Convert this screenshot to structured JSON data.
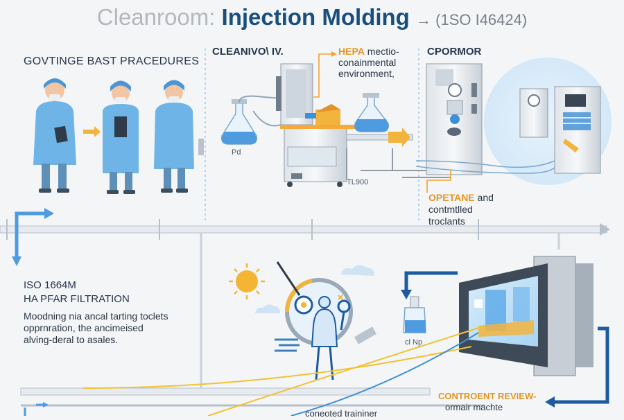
{
  "title": {
    "prefix": "Cleanroom:",
    "main": "Injection Molding",
    "suffix": "→ (1SO I46424)"
  },
  "sections": {
    "procedures": "GOVTINGE BAST PRACEDURES",
    "cleanroom": "CLEANIVO\\ IV.",
    "hepa": {
      "tag": "HEPA",
      "text_line1": "mectio-",
      "text_line2": "conainmental",
      "text_line3": "environment,"
    },
    "cpormor": "CPORMOR",
    "opetane": {
      "tag": "OPETANE",
      "text_line1_tail": "and",
      "text_line2": "contmtlled",
      "text_line3": "troclants"
    },
    "iso": {
      "line1": "ISO 1664M",
      "line2": "HA PFAR FILTRATION",
      "body_line1": "Moodning nia ancal tarting toclets",
      "body_line2": "opprnration, the ancimeised",
      "body_line3": "alving-deral to asales."
    },
    "review": {
      "line1": "CONTROENT REVIEW-",
      "line2": "ormair machte"
    },
    "bottom_caption": "coneoted traininer"
  },
  "small_labels": {
    "flask_left": "Pd",
    "machine": "TL900",
    "flask_right": "cl Np"
  },
  "colors": {
    "title_main": "#1a4f7c",
    "accent_blue": "#3d8fd6",
    "accent_orange": "#f2a431",
    "gown_blue": "#6eb4e6",
    "navy": "#1d5aa0"
  }
}
